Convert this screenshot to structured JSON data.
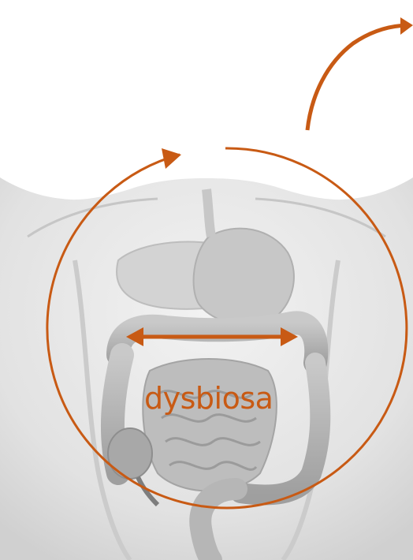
{
  "colors": {
    "accent": "#c85a14",
    "skin_light": "#e6e6e6",
    "skin_mid": "#cfcfcf",
    "organ": "#b9b9b9",
    "organ_dark": "#8e8e8e",
    "outline": "#7a7a7a"
  },
  "diagram": {
    "label": "dysbiosa",
    "elements": [
      "torso-illustration",
      "liver",
      "stomach",
      "large-intestine",
      "small-intestine",
      "cycle-arrow",
      "double-headed-arrow"
    ]
  }
}
